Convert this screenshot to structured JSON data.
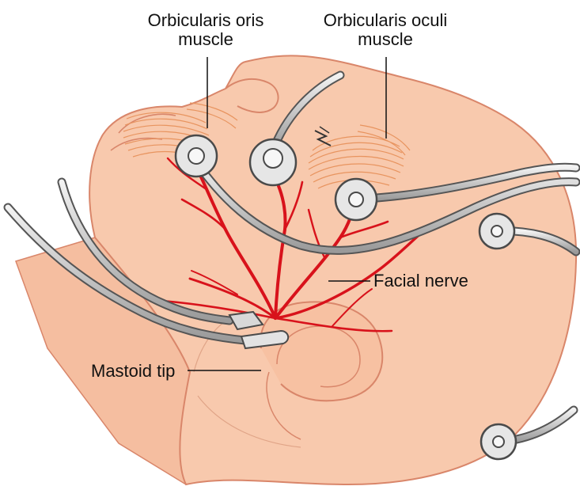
{
  "labels": {
    "orbicularis_oris": {
      "line1": "Orbicularis oris",
      "line2": "muscle"
    },
    "orbicularis_oculi": {
      "line1": "Orbicularis oculi",
      "line2": "muscle"
    },
    "facial_nerve": "Facial nerve",
    "mastoid_tip": "Mastoid tip"
  },
  "colors": {
    "skin": "#f8c9ad",
    "skin_outline": "#d9866a",
    "nerve": "#d8121b",
    "muscle": "#e8945f",
    "electrode_disc": "#e6e6e6",
    "electrode_rim": "#4a4a4a",
    "cable": "#b9b9b9",
    "leader_line": "#111111"
  }
}
